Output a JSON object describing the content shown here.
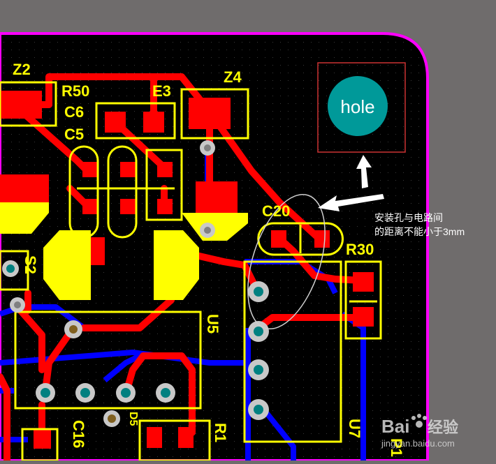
{
  "colors": {
    "background": "#6f6c6c",
    "board": "#000000",
    "outline": "#ff00ff",
    "copper_top": "#ff0000",
    "copper_bottom": "#0000ff",
    "silkscreen": "#ffff00",
    "hole": "#009999",
    "keepout_box": "#cc3333",
    "pad_hole": "#008080",
    "annotation": "#ffffff"
  },
  "labels": {
    "z2": "Z2",
    "r50": "R50",
    "e3": "E3",
    "z4": "Z4",
    "c6": "C6",
    "c5": "C5",
    "c20": "C20",
    "r30": "R30",
    "u5": "U5",
    "u7": "U7",
    "c16": "C16",
    "r1": "R1",
    "s2": "S2",
    "p1": "P1",
    "d5": "D5"
  },
  "hole_label": "hole",
  "annotation": {
    "line1": "安装孔与电路间",
    "line2": "的距离不能小于3mm"
  },
  "watermark": {
    "brand": "Bai",
    "brand_suffix": "经验",
    "url": "jingyan.baidu.com"
  }
}
